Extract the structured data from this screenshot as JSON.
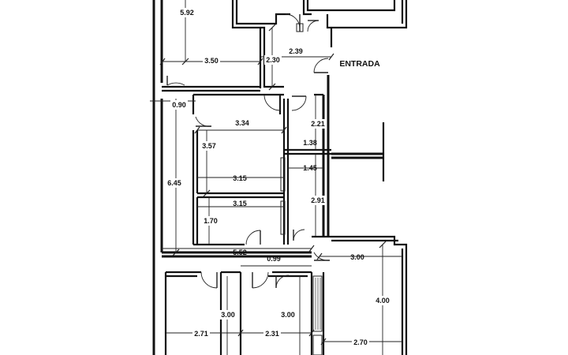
{
  "plan": {
    "entrance_label": "ENTRADA",
    "dimensions": {
      "d_5_92": "5.92",
      "d_3_50": "3.50",
      "d_2_30": "2.30",
      "d_2_39": "2.39",
      "d_0_90": "0.90",
      "d_3_34": "3.34",
      "d_2_21": "2.21",
      "d_3_57": "3.57",
      "d_1_38": "1.38",
      "d_1_45": "1.45",
      "d_6_45": "6.45",
      "d_3_15_a": "3.15",
      "d_3_15_b": "3.15",
      "d_2_91": "2.91",
      "d_1_70": "1.70",
      "d_5_52": "5.52",
      "d_0_99": "0.99",
      "d_3_00_top": "3.00",
      "d_4_00": "4.00",
      "d_3_00_left": "3.00",
      "d_3_00_mid": "3.00",
      "d_2_71": "2.71",
      "d_2_31": "2.31",
      "d_2_70": "2.70"
    }
  }
}
